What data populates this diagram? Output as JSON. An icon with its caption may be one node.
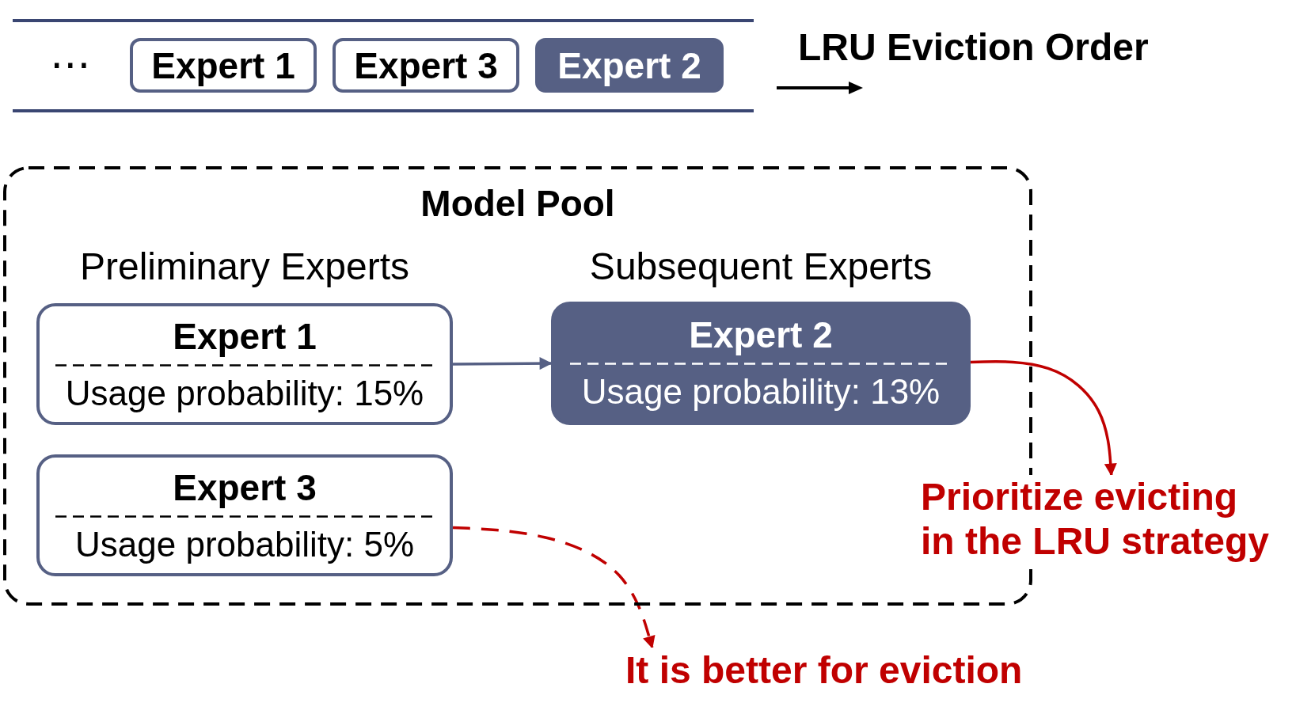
{
  "diagram": {
    "nodes": [
      {
        "text": [
          "⋯"
        ]
      },
      {
        "text": [
          "Expert 1"
        ],
        "in": 0
      },
      {
        "text": [
          "Expert 3"
        ],
        "in": 0
      },
      {
        "text": [
          "Expert 2"
        ],
        "in": 0
      },
      {
        "text": [
          "Model Pool",
          "Preliminary Experts",
          "Subsequent Experts"
        ]
      },
      {
        "text": [
          "Expert 1",
          "Usage probability: 15%"
        ],
        "in": 4
      },
      {
        "text": [
          "Expert 2",
          "Usage probability: 13%"
        ],
        "in": 4
      },
      {
        "text": [
          "Expert 3",
          "Usage probability: 5%"
        ],
        "in": 4
      },
      {
        "text": [
          "Prioritize evicting in the LRU strategy"
        ]
      },
      {
        "text": [
          "It is better for eviction"
        ]
      }
    ],
    "edges": [
      {
        "from": 5,
        "to": 6,
        "arrow": "to",
        "color": "#566084"
      },
      {
        "from": 6,
        "to": 8,
        "arrow": "to"
      },
      {
        "from": 7,
        "to": 9,
        "arrow": "to",
        "style": "dashed"
      }
    ],
    "labels": [
      "LRU Eviction Order"
    ]
  }
}
